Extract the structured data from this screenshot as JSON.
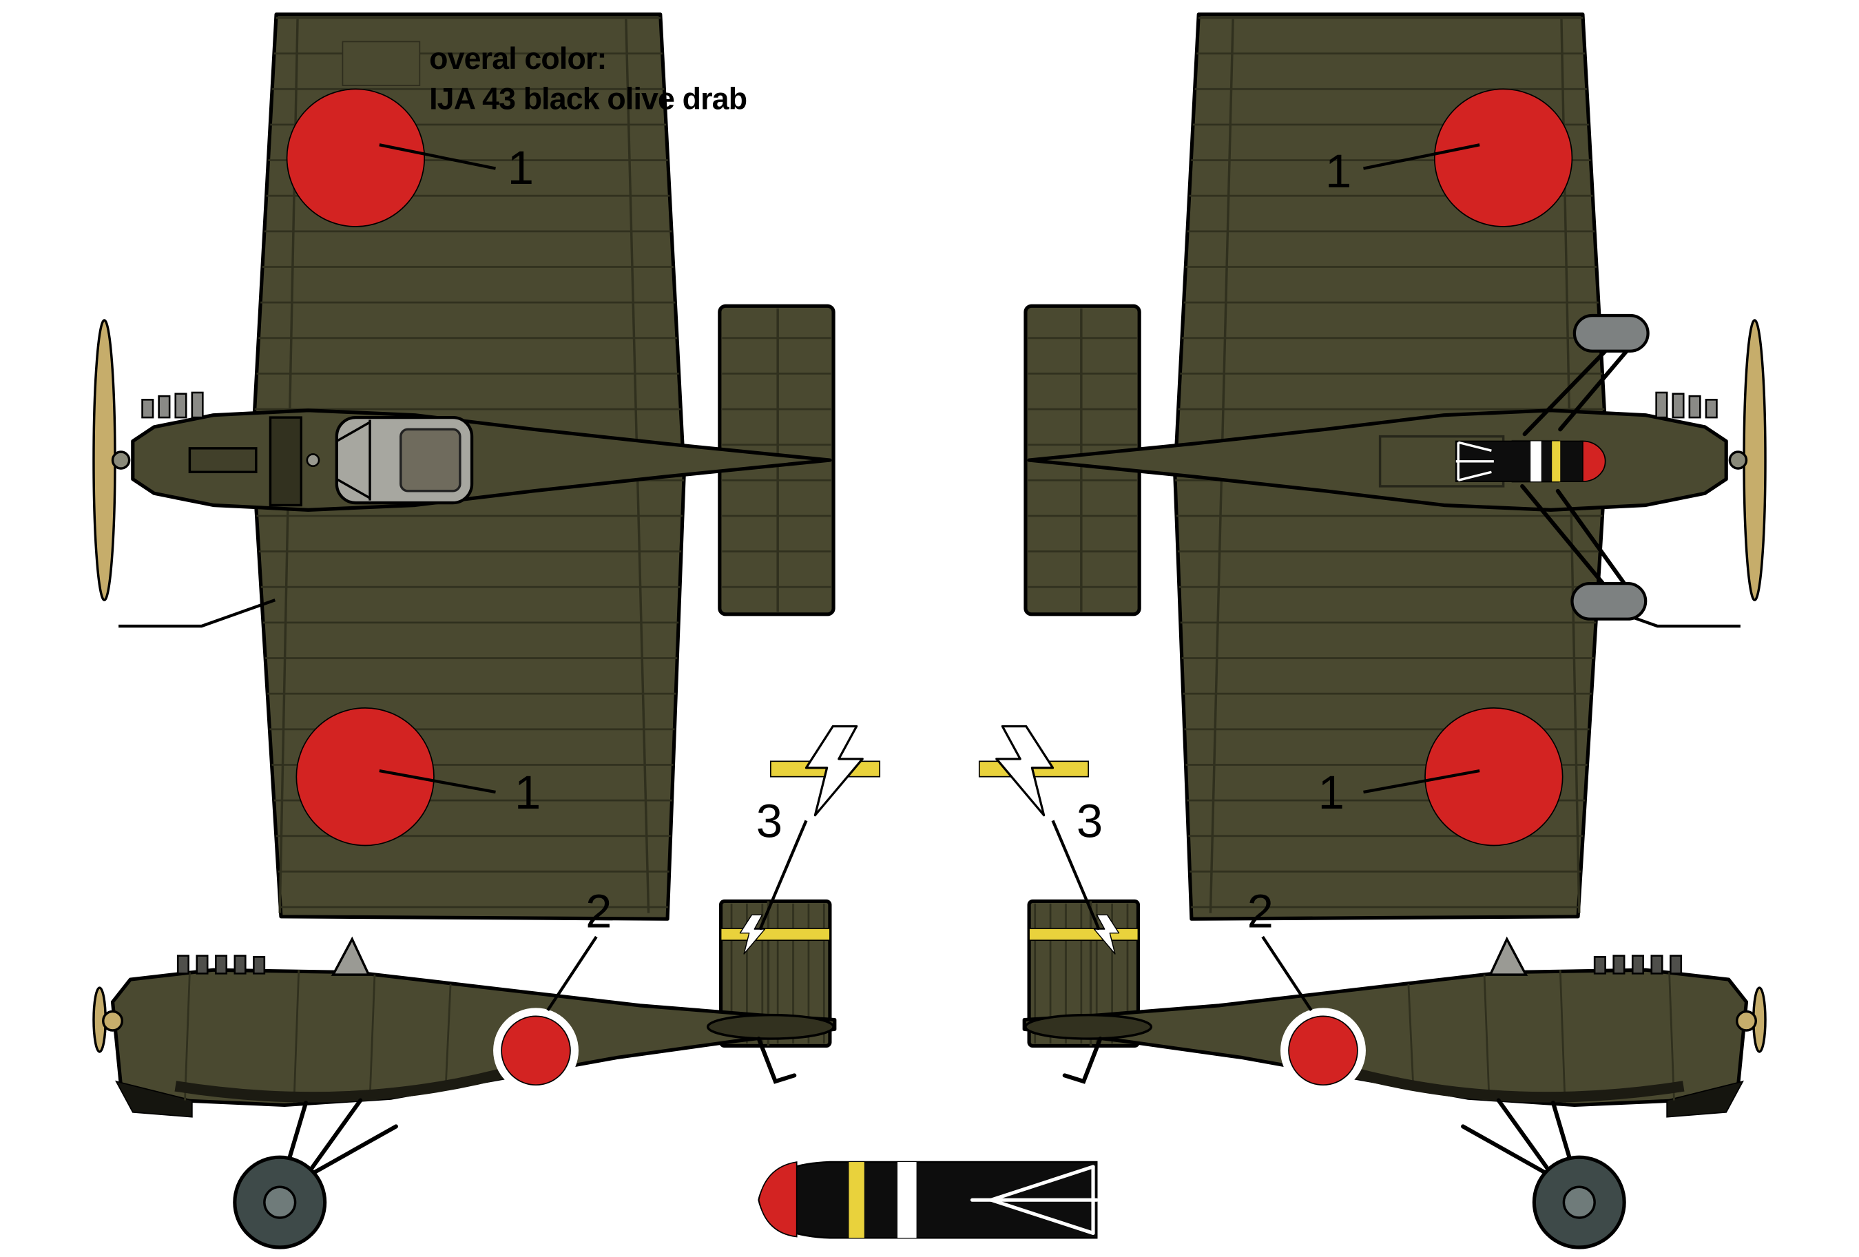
{
  "legend": {
    "line1": "overal color:",
    "line2": "IJA 43 black olive drab"
  },
  "callouts": {
    "wing_top_left": "1",
    "wing_bottom_left": "1",
    "wing_top_right": "1",
    "wing_bottom_right": "1",
    "fuselage_left": "2",
    "fuselage_right": "2",
    "fin_left": "3",
    "fin_right": "3"
  },
  "colors": {
    "background": "#ffffff",
    "olive": "#4a4930",
    "olive_line": "#30301e",
    "olive_deep": "#32311f",
    "red": "#d32322",
    "propeller": "#c6ad6b",
    "canopy_light": "#a7a7a0",
    "canopy_dark": "#6f6b5d",
    "metal_gray": "#7d8181",
    "wheel_dark": "#3e4a49",
    "wheel_hub": "#6f7b7a",
    "bomb_black": "#0d0d0d",
    "band_yellow": "#e9d23c",
    "band_white": "#ffffff",
    "outline": "#000000",
    "label_text": "#000000"
  }
}
